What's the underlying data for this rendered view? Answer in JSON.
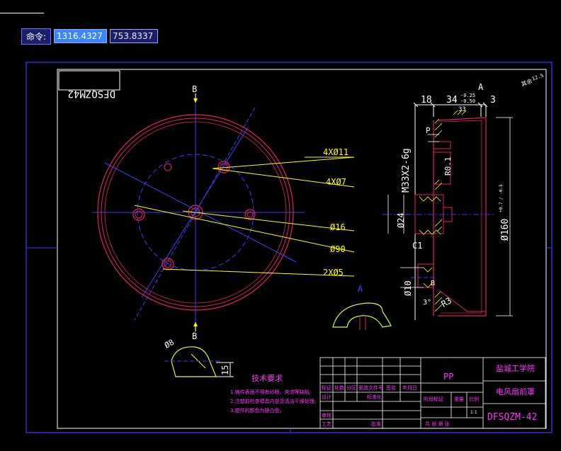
{
  "command": {
    "label": "命令:",
    "x_value": "1316.4327",
    "y_value": "753.8337"
  },
  "drawing": {
    "code_mirrored": "DFSQZM42",
    "front_view": {
      "section_mark": "B",
      "callouts": [
        "4XØ11",
        "4XØ7",
        "Ø16",
        "Ø90",
        "2XØ5"
      ]
    },
    "detail_view": {
      "dim_18": "18",
      "dim_34": "34",
      "dim_34_tol_upper": "-0.25",
      "dim_34_tol_lower": "-0.50",
      "dim_3": "3",
      "dim_33": "33",
      "mark_A": "A",
      "roughness": "12.5",
      "roughness_note": "其余",
      "thread": "M33X2-6g",
      "p_label": "P",
      "r01": "R0.1",
      "d24": "Ø24",
      "c1": "C1",
      "d10": "Ø10",
      "b_mark": "B",
      "deg": "3°",
      "r3": "R3",
      "d160": "Ø160",
      "d160_tol": "+0.7 / -0.5"
    },
    "section_a_label": "A",
    "detail_b": {
      "d8": "Ø8",
      "dim15": "15"
    },
    "tech": {
      "title": "技术要求",
      "lines": [
        "1.铸件表面不得有砂眼、夹渣等缺陷;",
        "2.注塑前检查模具内是否清洁干燥处理;",
        "3.塑件的颜色为银白色。"
      ]
    },
    "title_block": {
      "material": "PP",
      "school": "盐城工学院",
      "part_name": "电风扇前罩",
      "drawing_no": "DFSQZM-42",
      "grid_row": [
        "标记",
        "处数",
        "分区",
        "更改文件号",
        "签名",
        "年月日"
      ],
      "design": "设计",
      "standardize": "标准化",
      "stage": "阶段标记",
      "weight": "重量",
      "scale": "比例",
      "scale_value": "1:1",
      "check": "审核",
      "process": "工艺",
      "approve": "批准",
      "sheets": "共  张 第  张"
    }
  }
}
